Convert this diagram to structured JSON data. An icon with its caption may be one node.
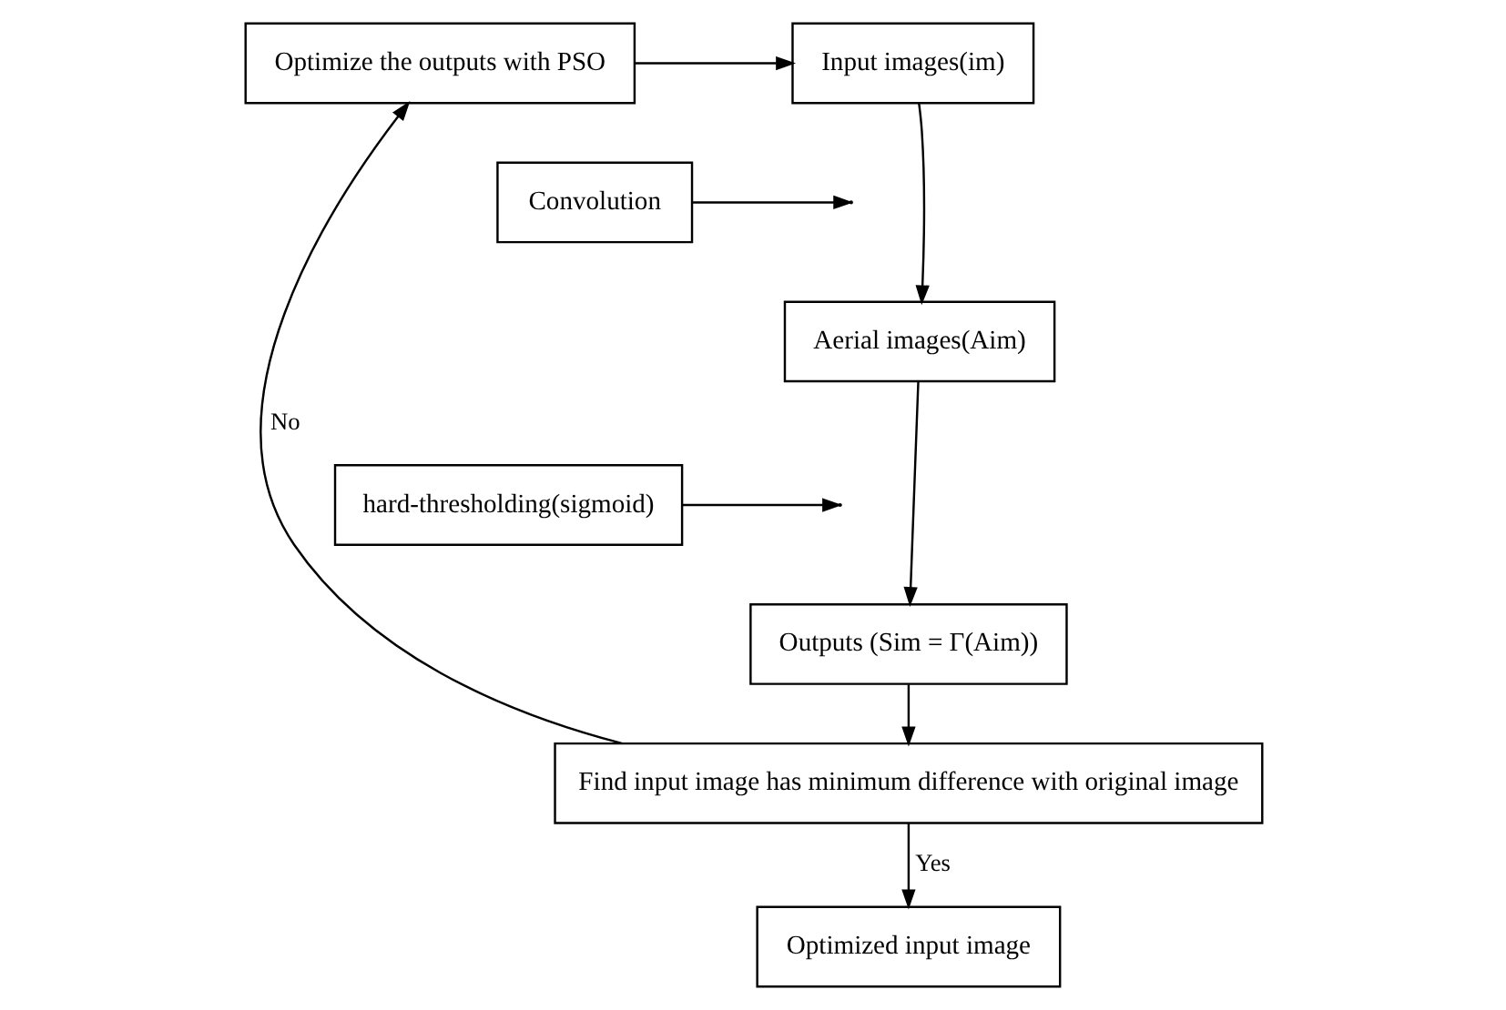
{
  "diagram": {
    "nodes": [
      {
        "text": [
          "Optimize the outputs with PSO"
        ]
      },
      {
        "text": [
          "Input images(im)"
        ]
      },
      {
        "text": [
          "Convolution"
        ]
      },
      {
        "text": [
          "Aerial images(Aim)"
        ]
      },
      {
        "text": [
          "hard-thresholding(sigmoid)"
        ]
      },
      {
        "text": [
          "Outputs (Sim = Γ(Aim))"
        ]
      },
      {
        "text": [
          "Find input image has minimum difference with original image"
        ]
      },
      {
        "text": [
          "Optimized input image"
        ]
      }
    ],
    "edges": [
      {
        "from": 0,
        "to": 1,
        "arrow": "to"
      },
      {
        "from": 1,
        "to": 3,
        "arrow": "to"
      },
      {
        "from": 2,
        "to": null,
        "arrow": "to"
      },
      {
        "from": 3,
        "to": 5,
        "arrow": "to"
      },
      {
        "from": 4,
        "to": null,
        "arrow": "to"
      },
      {
        "from": 5,
        "to": 6,
        "arrow": "to"
      },
      {
        "from": 6,
        "to": 0,
        "arrow": "to",
        "label": "No"
      },
      {
        "from": 6,
        "to": 7,
        "arrow": "to",
        "label": "Yes"
      }
    ]
  }
}
